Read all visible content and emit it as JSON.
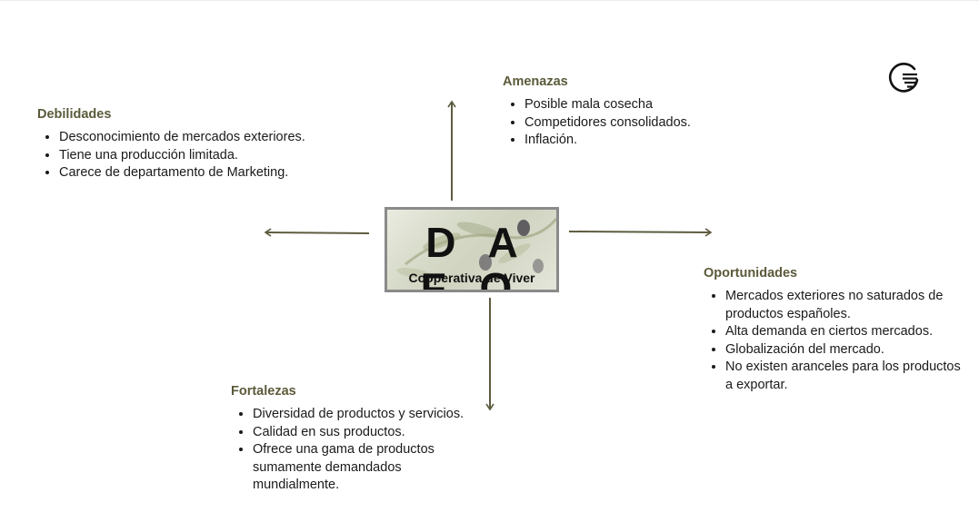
{
  "center": {
    "title": "D A F O",
    "subtitle": "Cooperativa de Viver"
  },
  "amenazas": {
    "title": "Amenazas",
    "items": [
      "Posible mala cosecha",
      "Competidores consolidados.",
      "Inflación."
    ]
  },
  "debilidades": {
    "title": "Debilidades",
    "items": [
      "Desconocimiento de mercados exteriores.",
      "Tiene una producción limitada.",
      "Carece de departamento de Marketing."
    ]
  },
  "oportunidades": {
    "title": "Oportunidades",
    "items": [
      "Mercados exteriores no saturados de productos españoles.",
      "Alta demanda en ciertos mercados.",
      "Globalización del mercado.",
      "No existen aranceles para los productos a exportar."
    ]
  },
  "fortalezas": {
    "title": "Fortalezas",
    "items": [
      "Diversidad de productos y servicios.",
      "Calidad en sus productos.",
      "Ofrece una gama de productos sumamente demandados mundialmente."
    ]
  },
  "colors": {
    "heading": "#5b5a3a",
    "arrow": "#5d5c40",
    "box_border": "#8a8a8a"
  },
  "icons": {
    "logo": "brand-logo-icon"
  }
}
